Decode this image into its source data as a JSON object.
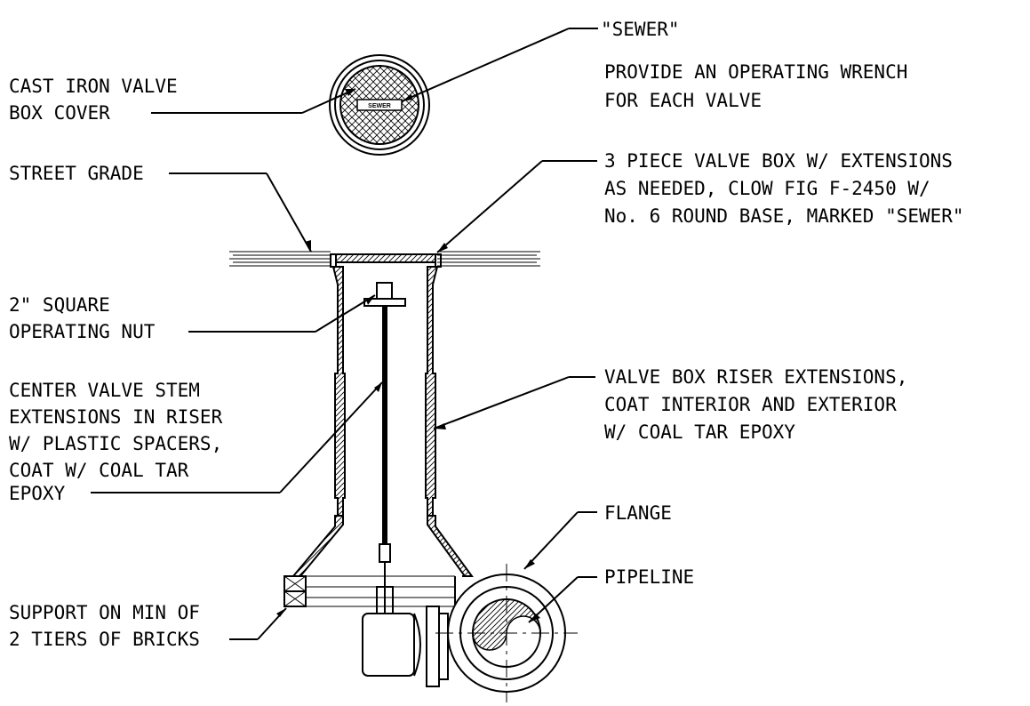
{
  "labels": {
    "sewer_callout": "\"SEWER\"",
    "wrench_note_1": "PROVIDE AN OPERATING WRENCH",
    "wrench_note_2": "FOR EACH VALVE",
    "cover_1": "CAST IRON VALVE",
    "cover_2": "BOX COVER",
    "street_grade": "STREET GRADE",
    "valve_box_1": "3 PIECE VALVE BOX W/ EXTENSIONS",
    "valve_box_2": "AS NEEDED, CLOW FIG F-2450 W/",
    "valve_box_3": "No. 6 ROUND BASE, MARKED \"SEWER\"",
    "nut_1": "2\" SQUARE",
    "nut_2": "OPERATING NUT",
    "stem_1": "CENTER VALVE STEM",
    "stem_2": "EXTENSIONS IN RISER",
    "stem_3": "W/ PLASTIC SPACERS,",
    "stem_4": "COAT W/ COAL TAR",
    "stem_5": "EPOXY",
    "riser_1": "VALVE BOX RISER EXTENSIONS,",
    "riser_2": "COAT INTERIOR AND EXTERIOR",
    "riser_3": "W/ COAL TAR EPOXY",
    "flange": "FLANGE",
    "pipeline": "PIPELINE",
    "bricks_1": "SUPPORT ON MIN OF",
    "bricks_2": "2 TIERS OF BRICKS",
    "cover_plate_text": "SEWER"
  }
}
